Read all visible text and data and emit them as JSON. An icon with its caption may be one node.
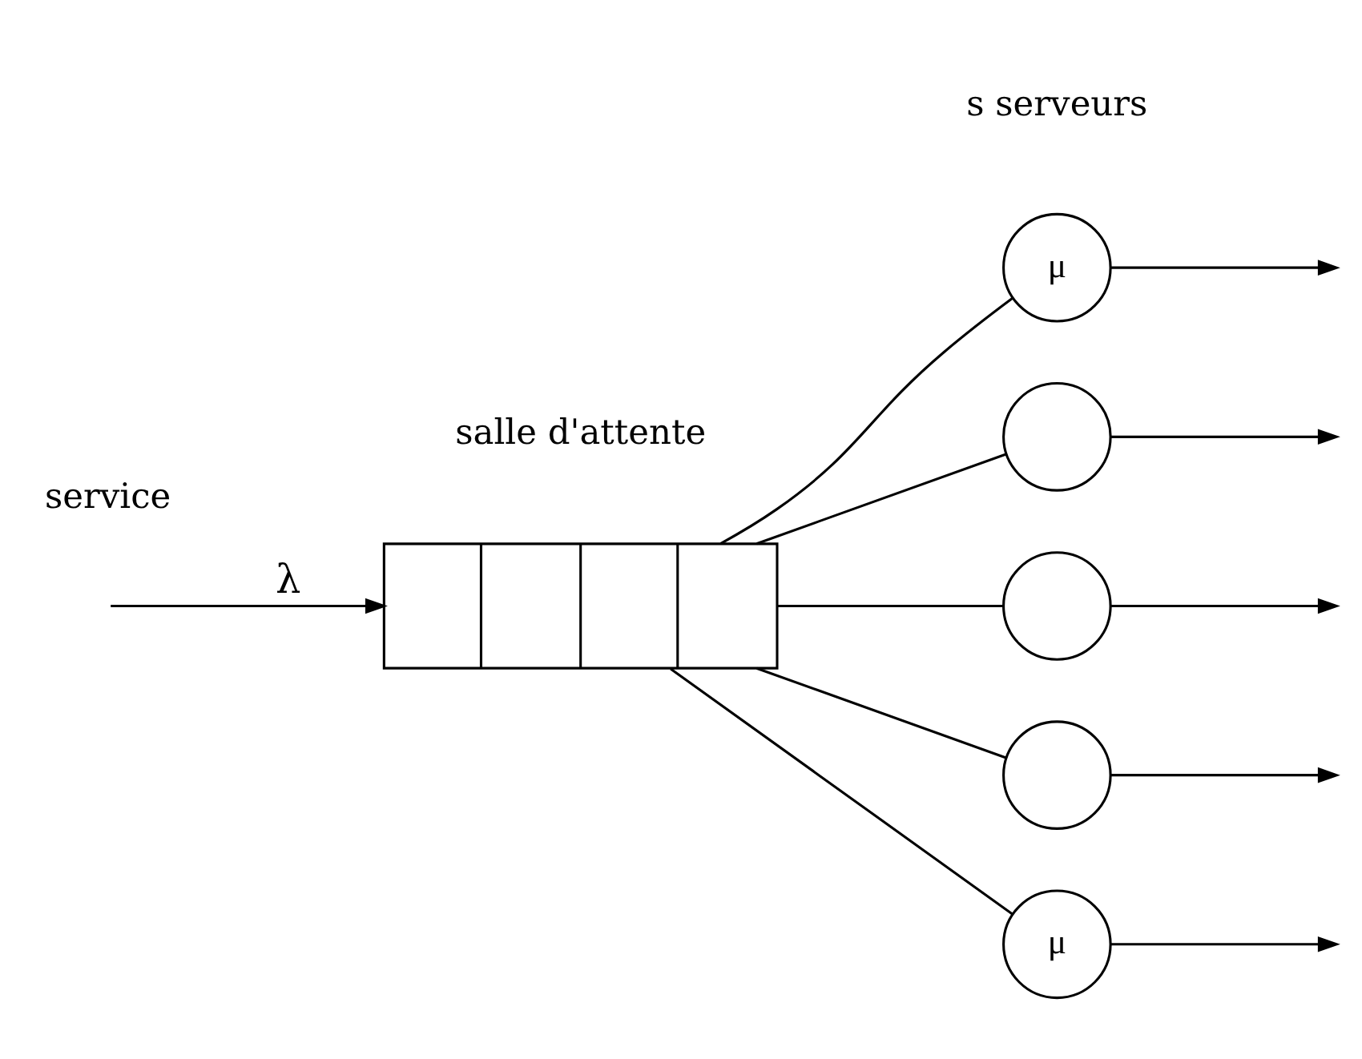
{
  "diagram": {
    "nodes": [
      {
        "text": [],
        "shape": "box"
      },
      {
        "text": [
          "μ"
        ]
      },
      {
        "text": [],
        "shape": "circle"
      },
      {
        "text": [],
        "shape": "circle"
      },
      {
        "text": [],
        "shape": "circle"
      },
      {
        "text": [
          "μ"
        ]
      }
    ],
    "edges": [
      {
        "from": null,
        "to": 0,
        "arrow": "to",
        "label": "λ"
      },
      {
        "from": 0,
        "to": 1,
        "arrow": "none"
      },
      {
        "from": 0,
        "to": 2,
        "arrow": "none"
      },
      {
        "from": 0,
        "to": 3,
        "arrow": "none"
      },
      {
        "from": 0,
        "to": 4,
        "arrow": "none"
      },
      {
        "from": 0,
        "to": 5,
        "arrow": "none"
      },
      {
        "from": 1,
        "to": null,
        "arrow": "to"
      },
      {
        "from": 2,
        "to": null,
        "arrow": "to"
      },
      {
        "from": 3,
        "to": null,
        "arrow": "to"
      },
      {
        "from": 4,
        "to": null,
        "arrow": "to"
      },
      {
        "from": 5,
        "to": null,
        "arrow": "to"
      }
    ],
    "labels": [
      "salle d'attente",
      "s serveurs",
      "service"
    ]
  }
}
